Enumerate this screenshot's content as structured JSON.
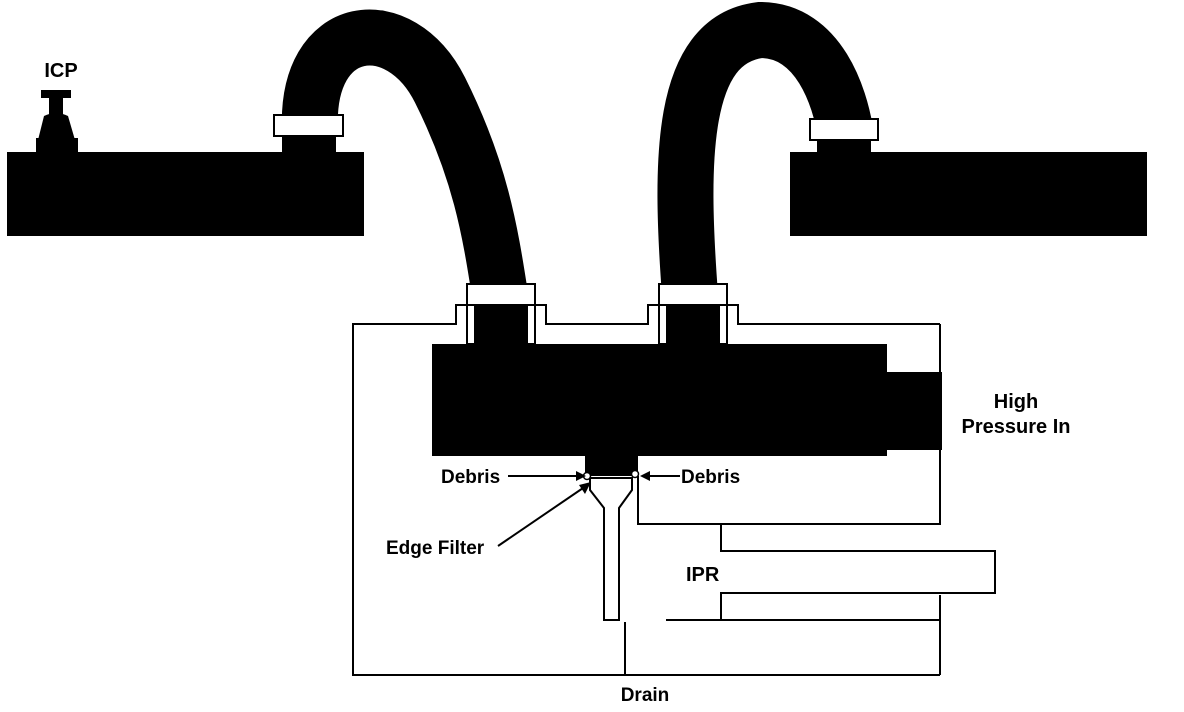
{
  "labels": {
    "icp": "ICP",
    "high_pressure_line1": "High",
    "high_pressure_line2": "Pressure In",
    "debris_left": "Debris",
    "debris_right": "Debris",
    "edge_filter": "Edge Filter",
    "ipr": "IPR",
    "drain": "Drain"
  },
  "colors": {
    "fill": "#000000",
    "background": "#ffffff",
    "stroke": "#000000"
  }
}
